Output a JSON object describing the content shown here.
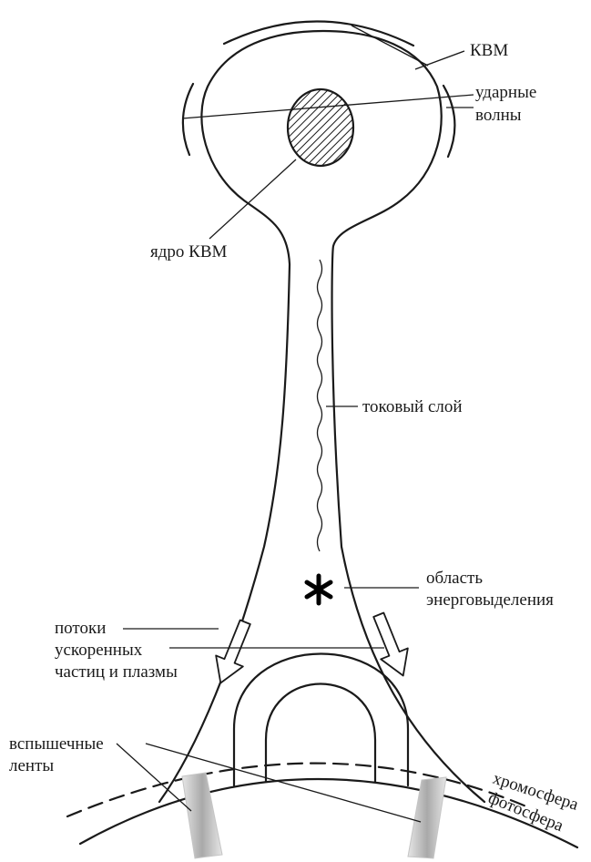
{
  "labels": {
    "cme": "КВМ",
    "shock_line1": "ударные",
    "shock_line2": "волны",
    "cme_core": "ядро КВМ",
    "current_sheet": "токовый слой",
    "energy_line1": "область",
    "energy_line2": "энерговыделения",
    "flows_line1": "потоки",
    "flows_line2": "ускоренных",
    "flows_line3": "частиц и плазмы",
    "ribbons_line1": "вспышечные",
    "ribbons_line2": "ленты",
    "chromosphere": "хромосфера",
    "photosphere": "фотосфера"
  },
  "colors": {
    "ink": "#1a1a1a",
    "background": "#ffffff",
    "ribbon_fill": "#cfcfcf"
  }
}
